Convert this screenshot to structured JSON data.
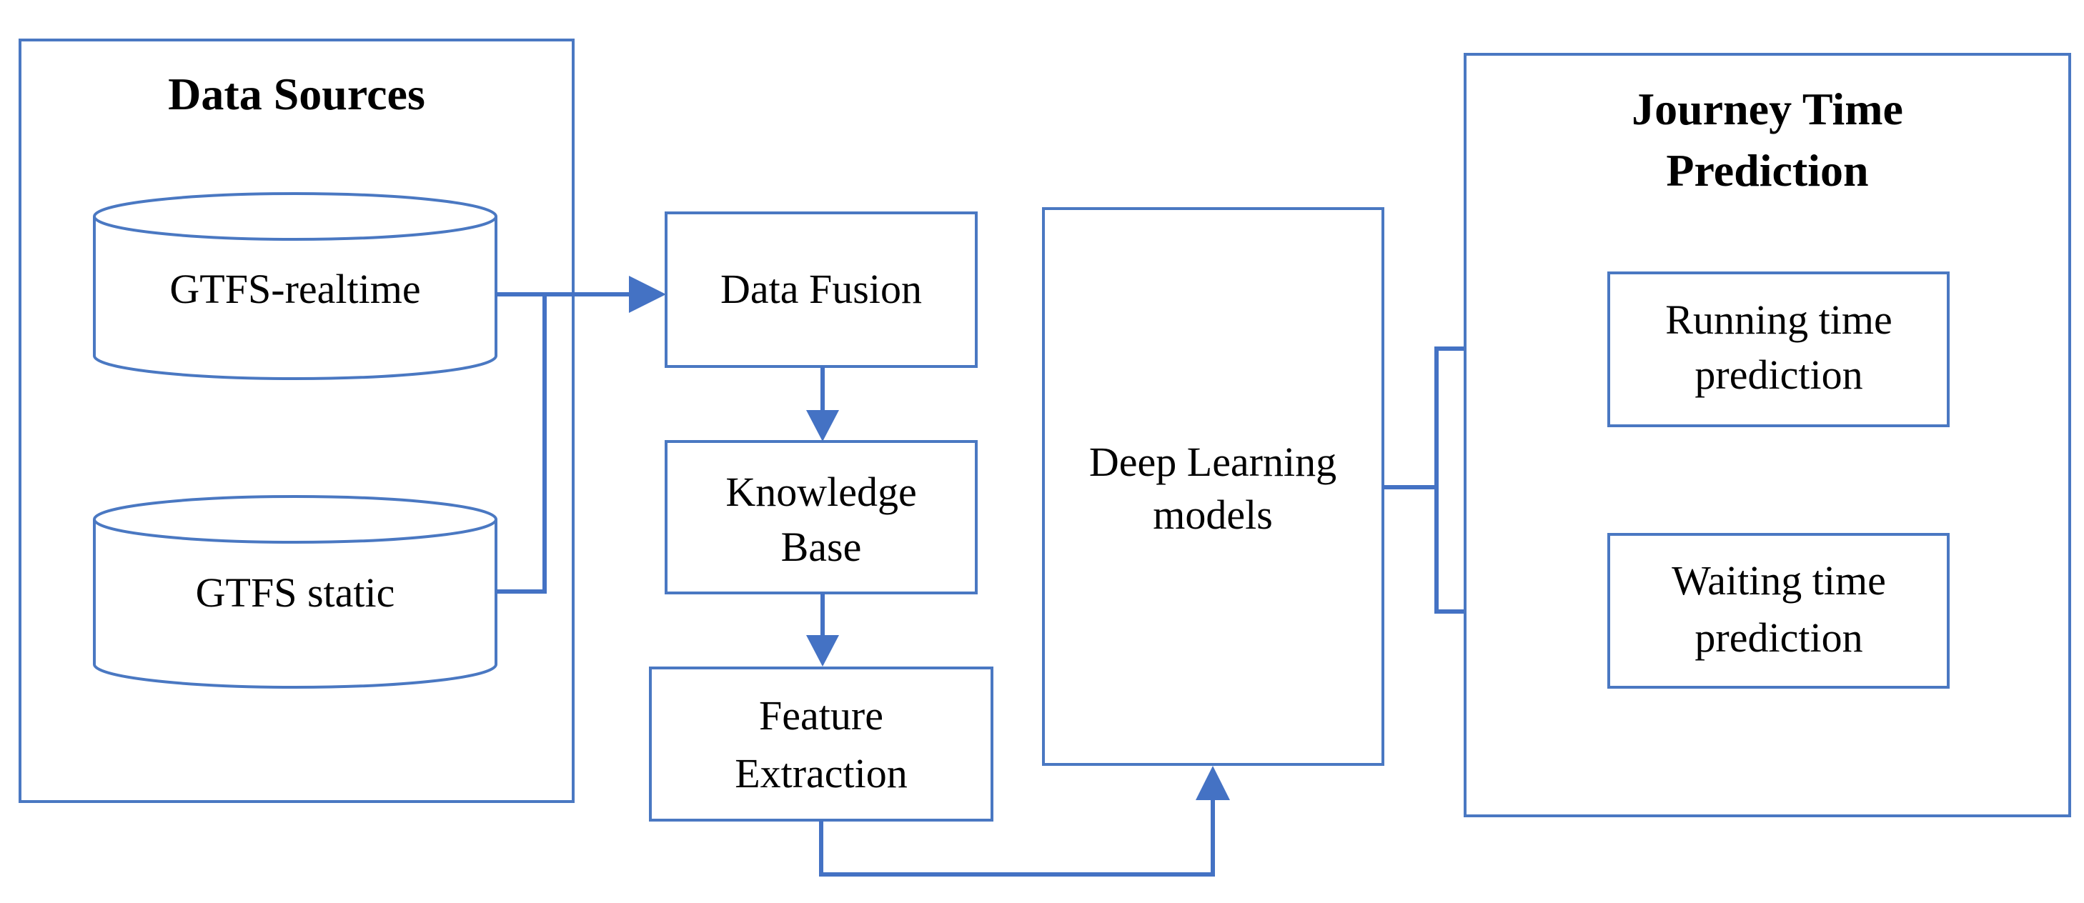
{
  "data_sources": {
    "title": "Data Sources",
    "databases": [
      "GTFS-realtime",
      "GTFS static"
    ]
  },
  "processing": {
    "data_fusion": "Data Fusion",
    "knowledge_base": [
      "Knowledge",
      "Base"
    ],
    "feature_extraction": [
      "Feature",
      "Extraction"
    ]
  },
  "models": {
    "deep_learning": [
      "Deep Learning",
      "models"
    ]
  },
  "prediction": {
    "title": [
      "Journey Time",
      "Prediction"
    ],
    "running": [
      "Running time",
      "prediction"
    ],
    "waiting": [
      "Waiting time",
      "prediction"
    ]
  },
  "colors": {
    "accent": "#4472c4",
    "frame": "#4a78c2"
  }
}
